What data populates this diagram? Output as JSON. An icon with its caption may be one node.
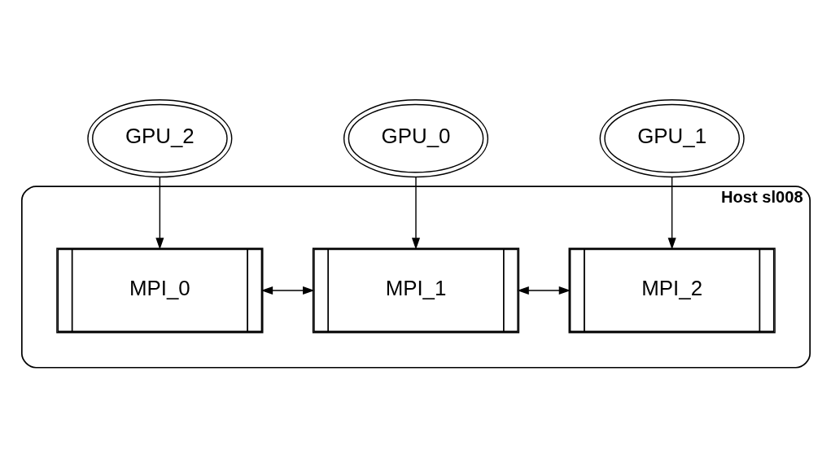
{
  "diagram": {
    "nodes": [
      {
        "text": [
          "GPU_2"
        ]
      },
      {
        "text": [
          "GPU_0"
        ]
      },
      {
        "text": [
          "GPU_1"
        ]
      },
      {
        "text": [
          "Host sl008"
        ]
      },
      {
        "text": [
          "MPI_0"
        ],
        "in": 3
      },
      {
        "text": [
          "MPI_1"
        ],
        "in": 3
      },
      {
        "text": [
          "MPI_2"
        ],
        "in": 3
      }
    ],
    "edges": [
      {
        "from": 0,
        "to": 4,
        "arrow": "to"
      },
      {
        "from": 1,
        "to": 5,
        "arrow": "to"
      },
      {
        "from": 2,
        "to": 6,
        "arrow": "to"
      },
      {
        "from": 4,
        "to": 5,
        "arrow": "both"
      },
      {
        "from": 5,
        "to": 6,
        "arrow": "both"
      }
    ]
  }
}
